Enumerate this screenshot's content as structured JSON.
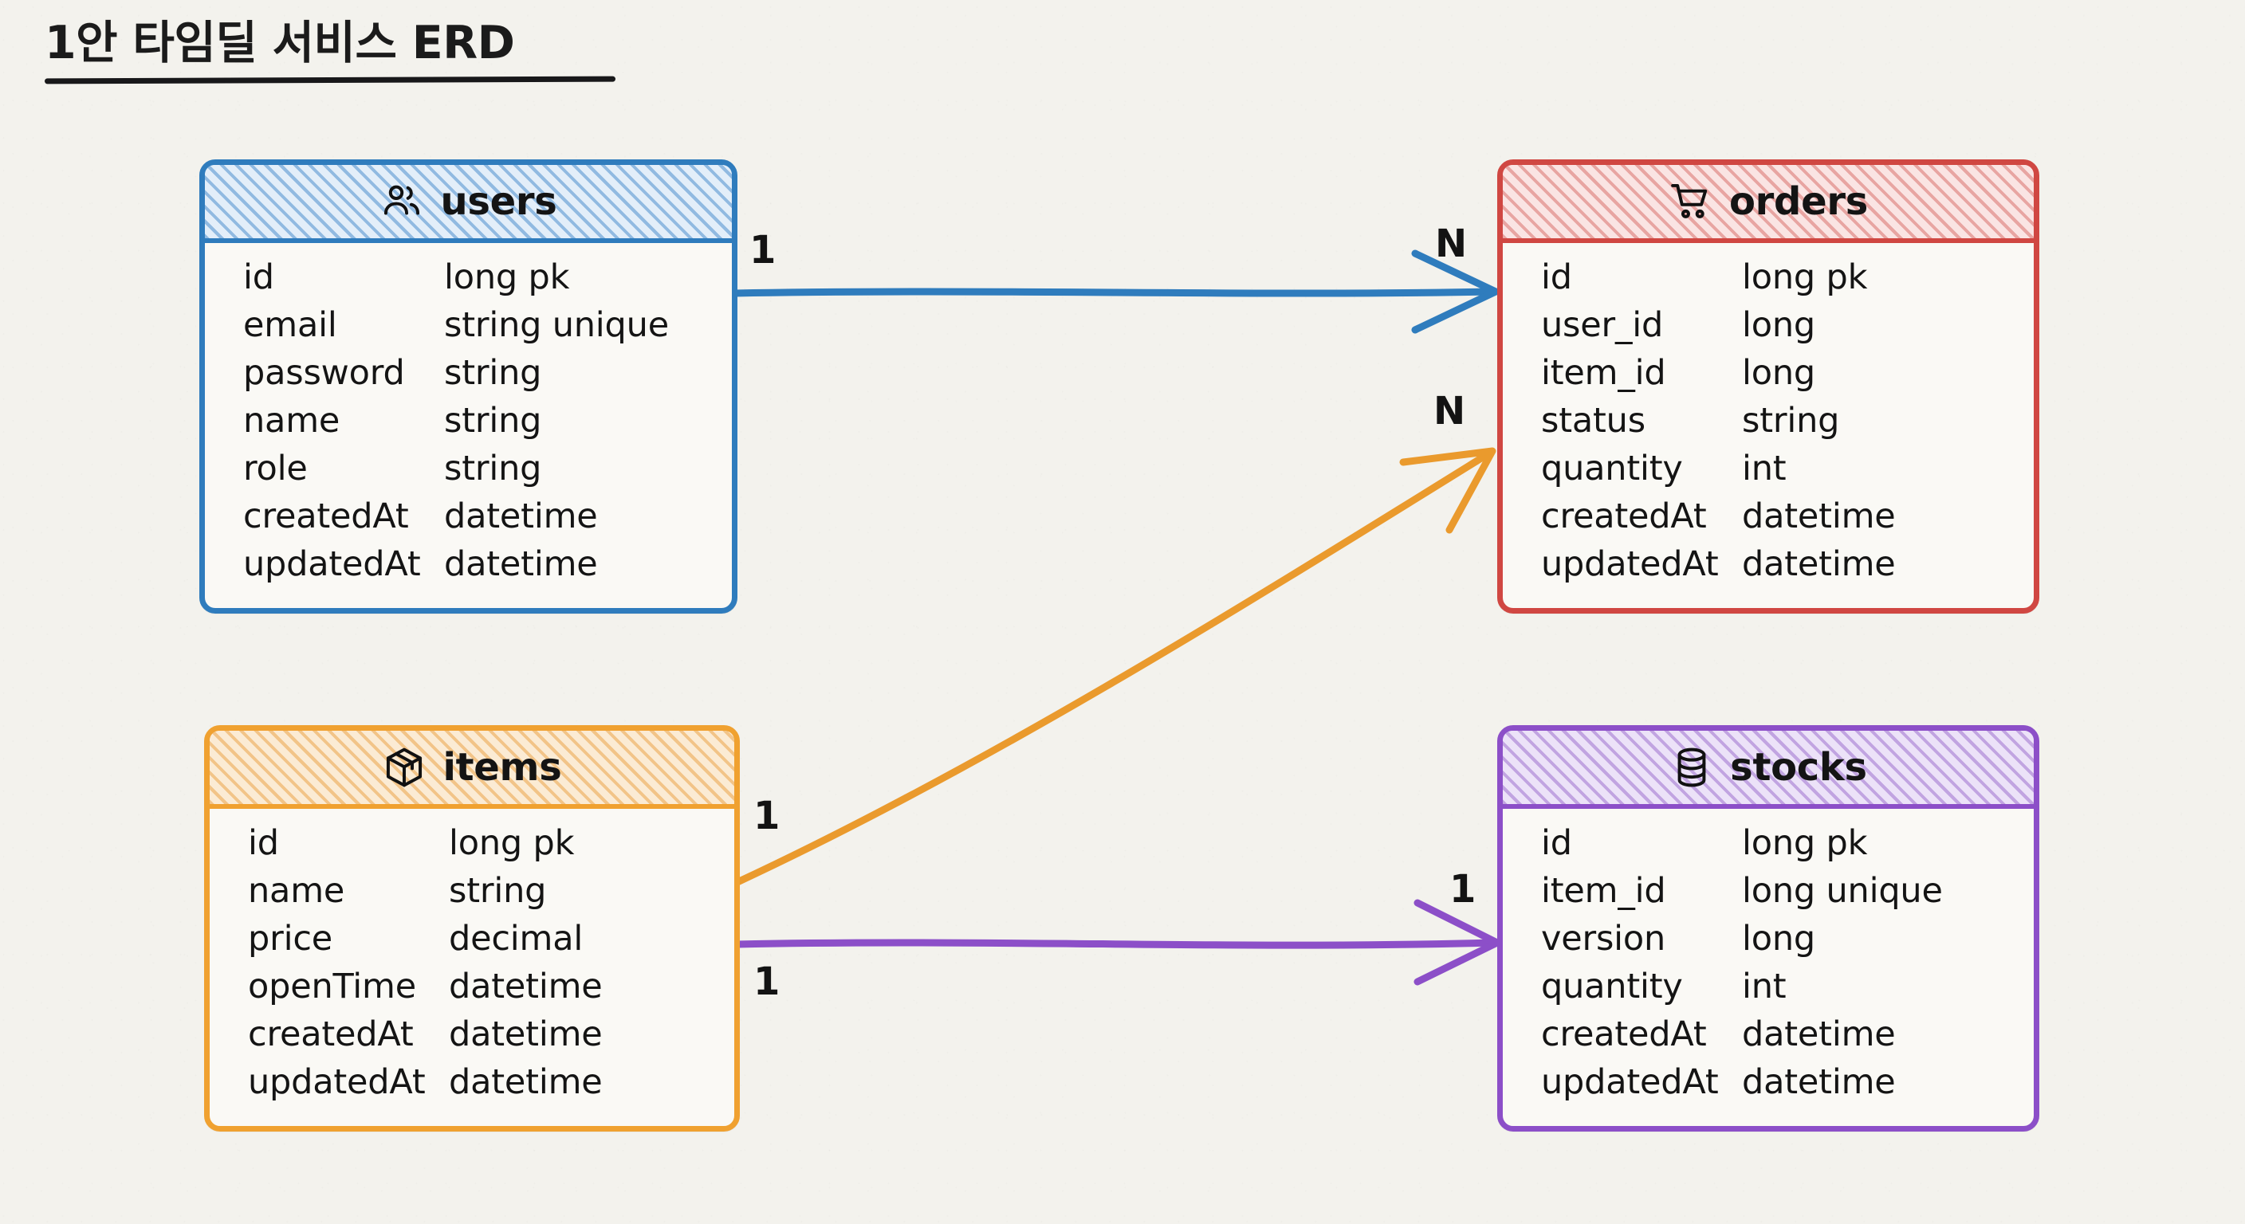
{
  "title": {
    "text": "1안 타임딜 서비스 ERD"
  },
  "colors": {
    "background": "#f3f2ed",
    "users": "#2f7cbd",
    "orders": "#d04742",
    "items": "#f0a130",
    "stocks": "#8c4fc8",
    "text": "#141414"
  },
  "tables": {
    "users": {
      "name": "users",
      "icon": "users-group-icon",
      "color": "#2f7cbd",
      "fields": [
        {
          "name": "id",
          "type": "long pk"
        },
        {
          "name": "email",
          "type": "string unique"
        },
        {
          "name": "password",
          "type": "string"
        },
        {
          "name": "name",
          "type": "string"
        },
        {
          "name": "role",
          "type": "string"
        },
        {
          "name": "createdAt",
          "type": "datetime"
        },
        {
          "name": "updatedAt",
          "type": "datetime"
        }
      ]
    },
    "orders": {
      "name": "orders",
      "icon": "shopping-cart-icon",
      "color": "#d04742",
      "fields": [
        {
          "name": "id",
          "type": "long pk"
        },
        {
          "name": "user_id",
          "type": "long"
        },
        {
          "name": "item_id",
          "type": "long"
        },
        {
          "name": "status",
          "type": "string"
        },
        {
          "name": "quantity",
          "type": "int"
        },
        {
          "name": "createdAt",
          "type": "datetime"
        },
        {
          "name": "updatedAt",
          "type": "datetime"
        }
      ]
    },
    "items": {
      "name": "items",
      "icon": "package-box-icon",
      "color": "#f0a130",
      "fields": [
        {
          "name": "id",
          "type": "long pk"
        },
        {
          "name": "name",
          "type": "string"
        },
        {
          "name": "price",
          "type": "decimal"
        },
        {
          "name": "openTime",
          "type": "datetime"
        },
        {
          "name": "createdAt",
          "type": "datetime"
        },
        {
          "name": "updatedAt",
          "type": "datetime"
        }
      ]
    },
    "stocks": {
      "name": "stocks",
      "icon": "database-cylinder-icon",
      "color": "#8c4fc8",
      "fields": [
        {
          "name": "id",
          "type": "long pk"
        },
        {
          "name": "item_id",
          "type": "long unique"
        },
        {
          "name": "version",
          "type": "long"
        },
        {
          "name": "quantity",
          "type": "int"
        },
        {
          "name": "createdAt",
          "type": "datetime"
        },
        {
          "name": "updatedAt",
          "type": "datetime"
        }
      ]
    }
  },
  "relationships": [
    {
      "id": "users-orders",
      "from": "users",
      "to": "orders",
      "from_cardinality": "1",
      "to_cardinality": "N",
      "color": "#2f7cbd"
    },
    {
      "id": "items-orders",
      "from": "items",
      "to": "orders",
      "from_cardinality": "1",
      "to_cardinality": "N",
      "color": "#ea9a2d"
    },
    {
      "id": "items-stocks",
      "from": "items",
      "to": "stocks",
      "from_cardinality": "1",
      "to_cardinality": "1",
      "color": "#8c4fc8"
    }
  ]
}
